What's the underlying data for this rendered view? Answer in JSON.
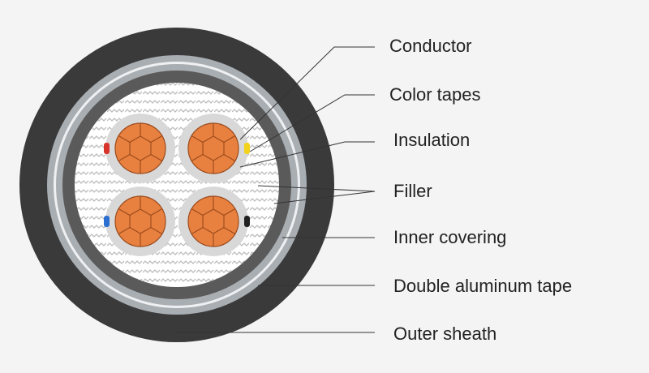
{
  "labels": {
    "conductor": "Conductor",
    "color_tapes": "Color tapes",
    "insulation": "Insulation",
    "filler": "Filler",
    "inner_covering": "Inner covering",
    "double_aluminum_tape": "Double aluminum tape",
    "outer_sheath": "Outer sheath"
  },
  "colors": {
    "background": "#f4f4f4",
    "outer_sheath": "#3a3a3a",
    "aluminum_tape": "#a9aeb3",
    "inner_covering": "#5a5a5a",
    "filler": "#ffffff",
    "filler_pattern": "#bdbdbd",
    "insulation": "#d8d8d8",
    "conductor": "#e8803f",
    "conductor_lines": "#9a4a1c",
    "tape_red": "#d9342b",
    "tape_yellow": "#f2d21b",
    "tape_blue": "#2c6fd1",
    "tape_black": "#222222",
    "leader_line": "#333333"
  },
  "cores": [
    {
      "tape_color": "tape_red",
      "tape_side": "left"
    },
    {
      "tape_color": "tape_yellow",
      "tape_side": "right"
    },
    {
      "tape_color": "tape_blue",
      "tape_side": "left"
    },
    {
      "tape_color": "tape_black",
      "tape_side": "right"
    }
  ]
}
